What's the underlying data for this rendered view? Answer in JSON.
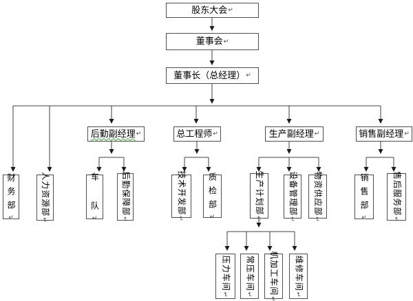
{
  "chart": {
    "type": "org-chart",
    "title_implicit": "公司组织结构图",
    "paragraph_mark": "↵",
    "colors": {
      "line": "#3f3f3f",
      "box_border": "#4d4d4d",
      "text": "#000000",
      "spellcheck_squiggle": "#3aa13a",
      "background": "#ffffff"
    },
    "nodes": {
      "shareholders": "股东大会",
      "board": "董事会",
      "chairman": "董事长（总经理）",
      "logistics_mgr": "后勤副经理",
      "chief_engineer": "总工程师",
      "production_mgr": "生产副经理",
      "sales_mgr": "销售副经理",
      "finance": "财务部",
      "hr": "人力资源部",
      "fleet": "车 队",
      "logistics_support": "后勤保障部",
      "tech_dev": "技术开发部",
      "qc": "质检部",
      "production_planning": "生产计划部",
      "equipment_mgmt": "设备管理部",
      "materials_supply": "物资供应部",
      "sales_dept": "销售部",
      "after_sales": "售后服务部",
      "pressure_ws": "压力车间",
      "normal_pressure_ws": "常压车间",
      "machining_ws": "机加工车间",
      "maintenance_ws": "维修车间"
    },
    "edges": [
      {
        "from": "shareholders",
        "to": [
          "board"
        ]
      },
      {
        "from": "board",
        "to": [
          "chairman"
        ]
      },
      {
        "from": "chairman",
        "to": [
          "finance",
          "hr",
          "logistics_mgr",
          "chief_engineer",
          "production_mgr",
          "sales_mgr"
        ]
      },
      {
        "from": "logistics_mgr",
        "to": [
          "fleet",
          "logistics_support"
        ]
      },
      {
        "from": "chief_engineer",
        "to": [
          "tech_dev",
          "qc"
        ]
      },
      {
        "from": "production_mgr",
        "to": [
          "production_planning",
          "equipment_mgmt",
          "materials_supply"
        ]
      },
      {
        "from": "sales_mgr",
        "to": [
          "sales_dept",
          "after_sales"
        ]
      },
      {
        "from": "production_planning",
        "to": [
          "pressure_ws",
          "normal_pressure_ws",
          "machining_ws",
          "maintenance_ws"
        ]
      }
    ]
  }
}
